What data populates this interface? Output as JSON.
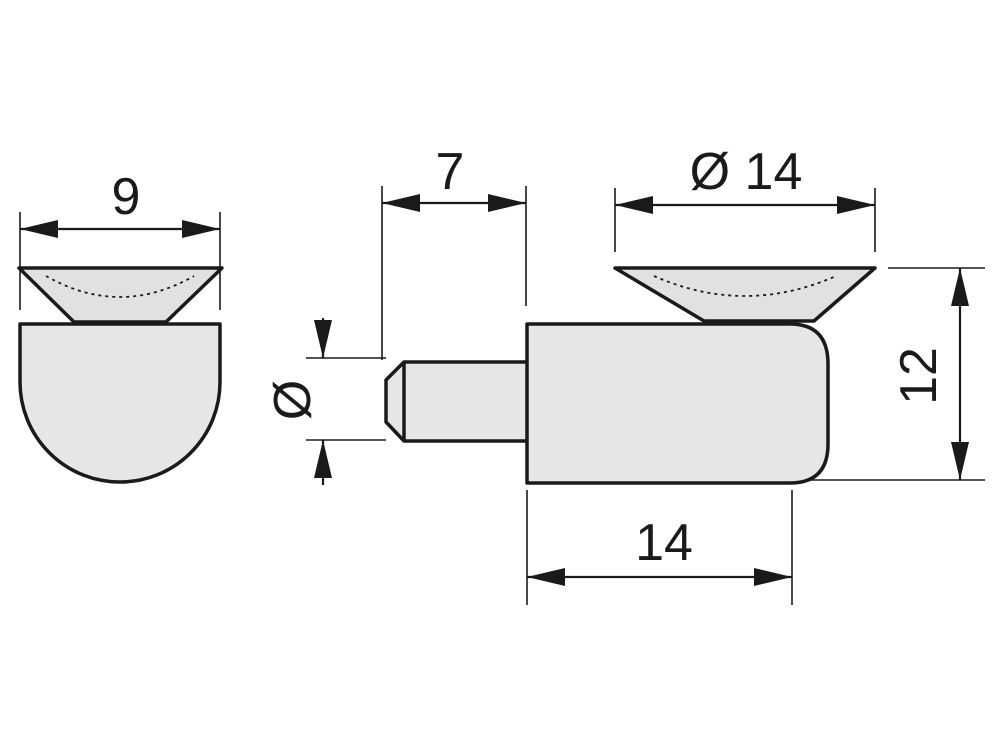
{
  "dimensions": {
    "side_width": "9",
    "pin_length": "7",
    "cup_diameter": "Ø 14",
    "body_length": "14",
    "height": "12",
    "pin_diameter": "Ø"
  }
}
